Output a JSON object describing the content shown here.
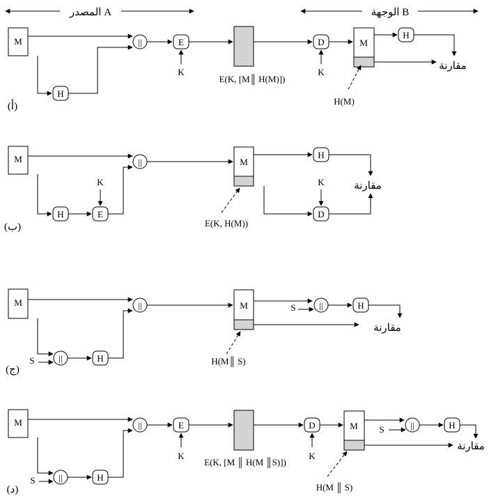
{
  "header": {
    "source_label": "المصدر A",
    "dest_label": "الوجهة B"
  },
  "labels": {
    "M": "M",
    "H": "H",
    "E": "E",
    "D": "D",
    "K": "K",
    "S": "S",
    "concat": "||",
    "compare": "مقارنة"
  },
  "panels": {
    "a": {
      "tag": "(أ)",
      "channel": "E(K, [M║ H(M)])",
      "tail": "H(M)"
    },
    "b": {
      "tag": "(ب)",
      "tail": "E(K, H(M))"
    },
    "c": {
      "tag": "(ج)",
      "tail": "H(M║ S)"
    },
    "d": {
      "tag": "(د)",
      "channel": "E(K, [M ║ H(M ║S)])",
      "tail": "H(M ║ S)"
    }
  }
}
